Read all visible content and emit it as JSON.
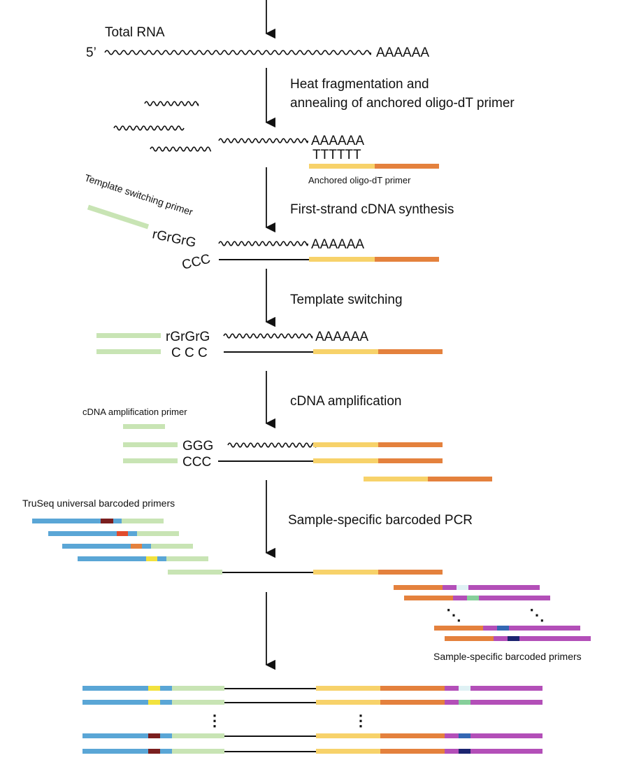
{
  "colors": {
    "arrow": "#111111",
    "strand": "#111111",
    "light_green": "#c8e4b4",
    "yellow": "#f7d26a",
    "orange": "#e4813d",
    "blue": "#5aa6d6",
    "purple": "#b34fb8",
    "dark_red": "#7a1f1f",
    "red": "#e04b2c",
    "lemon": "#f2e23e",
    "mint": "#86cf9a",
    "pale_cyan": "#dff1f4",
    "mid_blue": "#3467b3",
    "navy": "#1d2470"
  },
  "steps": {
    "total_rna_label": "Total RNA",
    "five_prime": "5’",
    "polya": "AAAAAA",
    "polyt": "TTTTTT",
    "step1": "Heat fragmentation and",
    "step1b": "annealing of anchored oligo-dT primer",
    "anchored_primer": "Anchored oligo-dT primer",
    "ts_primer_label": "Template switching primer",
    "rgrgrg": "rGrGrG",
    "ccc": "CCC",
    "step2": "First-strand cDNA synthesis",
    "step3": "Template switching",
    "c_c_c": "C C C",
    "step4": "cDNA amplification",
    "cdna_amp_primer": "cDNA amplification primer",
    "ggg": "GGG",
    "truseq_label": "TruSeq universal barcoded primers",
    "step5": "Sample-specific barcoded PCR",
    "sample_primers_label": "Sample-specific barcoded primers",
    "ellipsis": "⋮",
    "diag_dots": "⋱"
  }
}
